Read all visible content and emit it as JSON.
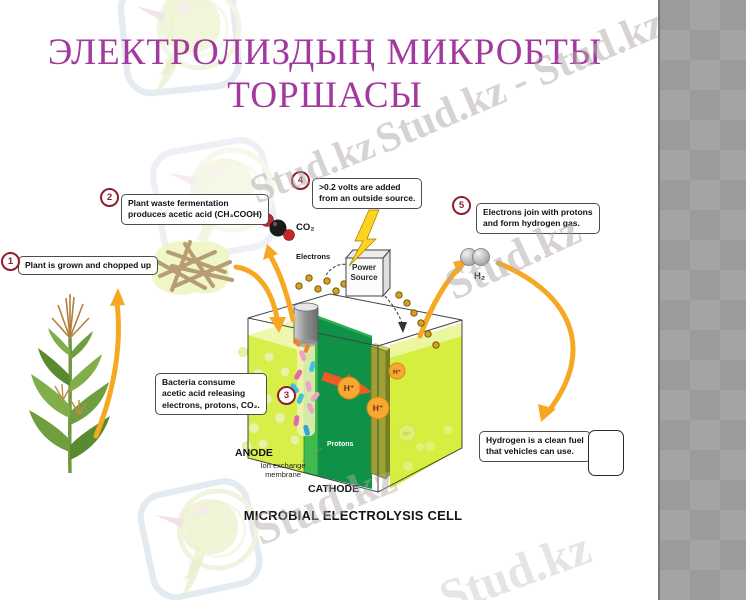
{
  "slide": {
    "title": {
      "line1": "ЭЛЕКТРОЛИЗДЫҢ МИКРОБТЫ",
      "line2": "ТОРШАСЫ"
    },
    "watermark": {
      "repeat": "Stud.kz - Stud.kz",
      "single": "Stud.kz"
    }
  },
  "diagram": {
    "steps": [
      {
        "num": "1",
        "lines": [
          "Plant is grown and chopped up"
        ]
      },
      {
        "num": "2",
        "lines": [
          "Plant waste fermentation",
          "produces acetic acid (CH₃COOH)"
        ]
      },
      {
        "num": "3",
        "lines": [
          "Bacteria consume",
          "acetic acid releasing",
          "electrons, protons, CO₂."
        ]
      },
      {
        "num": "4",
        "lines": [
          ">0.2 volts are added",
          "from an outside source."
        ]
      },
      {
        "num": "5",
        "lines": [
          "Electrons join with protons",
          "and form hydrogen gas."
        ]
      }
    ],
    "hydrogen_note": {
      "line1": "Hydrogen is a clean fuel",
      "line2": "that vehicles can use."
    },
    "labels": {
      "electrons": "Electrons",
      "co2": "CO₂",
      "h2": "H₂",
      "h_plus": "H⁺",
      "protons": "Protons",
      "power_line1": "Power",
      "power_line2": "Source",
      "anode": "ANODE",
      "membrane_line1": "Ion exchange",
      "membrane_line2": "membrane",
      "cathode": "CATHODE",
      "cell_title": "MICROBIAL ELECTROLYSIS CELL"
    },
    "colors": {
      "title_purple": "#a2399e",
      "step_circle_red": "#8e1f2f",
      "arrow_orange": "#f7a823",
      "block_arrow_orange": "#f15a24",
      "membrane_green": "#0f9147",
      "liquid_yellow_green": "#d9ef49",
      "proton_orange": "#f6a832",
      "cathode_olive": "#9ba133",
      "bolt_yellow": "#ffd41e",
      "sidebar_gray": "#9b9b9b",
      "watermark_gray": "#b3a8a8"
    }
  }
}
